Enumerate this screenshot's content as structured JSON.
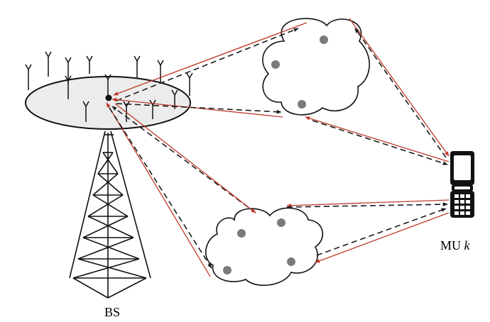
{
  "labels": {
    "bs": "BS",
    "mu_prefix": "MU ",
    "mu_index": "k"
  },
  "colors": {
    "red_path": "#c0392b",
    "black_path": "#1a1a1a",
    "array_fill": "#ececec",
    "scatterer": "#7a7a7a"
  }
}
